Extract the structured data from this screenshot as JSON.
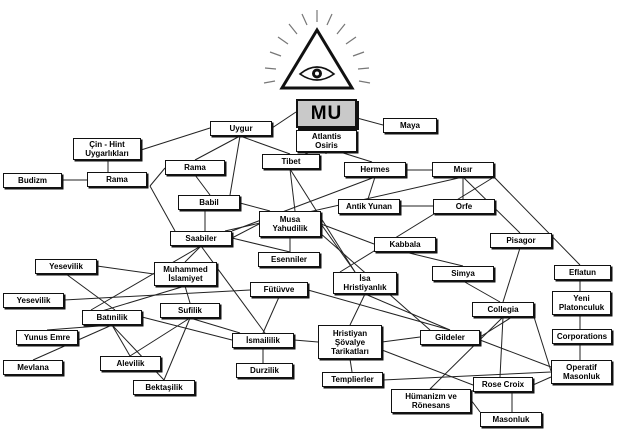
{
  "nodes": {
    "mu": "MU",
    "maya": "Maya",
    "atlantis": "Atlantis\nOsiris",
    "uygur": "Uygur",
    "cin_hint": "Çin - Hint\nUygarlıkları",
    "rama_top": "Rama",
    "tibet": "Tibet",
    "hermes": "Hermes",
    "misir": "Mısır",
    "budizm": "Budizm",
    "rama": "Rama",
    "babil": "Babil",
    "musa": "Musa\nYahudilik",
    "antik_yunan": "Antik Yunan",
    "orfe": "Orfe",
    "saabiler": "Saabiler",
    "kabbala": "Kabbala",
    "pisagor": "Pisagor",
    "esenniler": "Esenniler",
    "yesevilik_top": "Yesevilik",
    "muhammed": "Muhammed\nİslamiyet",
    "isa": "İsa\nHristiyanlık",
    "simya": "Simya",
    "eflatun": "Eflatun",
    "yesevilik": "Yesevilik",
    "futuvve": "Fütüvve",
    "yeni_platonculuk": "Yeni\nPlatonculuk",
    "batinilik": "Batınilik",
    "sufilik": "Sufilik",
    "collegia": "Collegia",
    "yunus_emre": "Yunus Emre",
    "hristiyan_sovalye": "Hristiyan\nŞövalye\nTarikatları",
    "ismaililik": "İsmaililik",
    "gildeler": "Gildeler",
    "corporations": "Corporations",
    "mevlana": "Mevlana",
    "alevilik": "Alevilik",
    "durzilik": "Durzilik",
    "operatif": "Operatif\nMasonluk",
    "templierler": "Templierler",
    "rose_croix": "Rose Croix",
    "bektasilik": "Bektaşilik",
    "humanizm": "Hümanizm ve\nRönesans",
    "masonluk": "Masonluk"
  },
  "logo": {
    "icon": "all-seeing-eye-pyramid-icon"
  }
}
